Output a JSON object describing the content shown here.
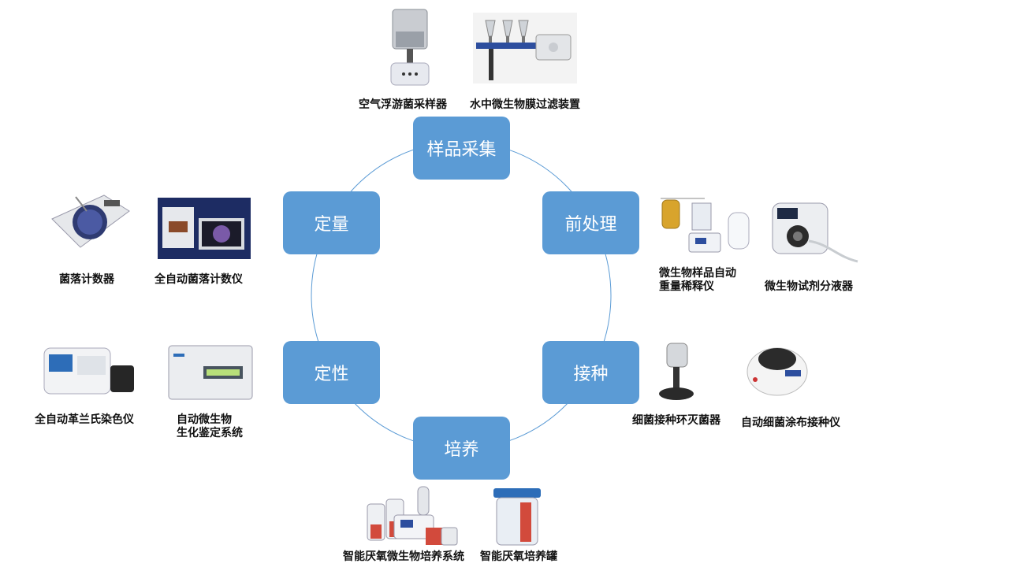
{
  "stages": {
    "sampling": "样品采集",
    "preprocess": "前处理",
    "inoculation": "接种",
    "culture": "培养",
    "qualitative": "定性",
    "quantitative": "定量"
  },
  "devices": {
    "air_sampler": "空气浮游菌采样器",
    "membrane_filter": "水中微生物膜过滤装置",
    "diluter_line1": "微生物样品自动",
    "diluter_line2": "重量稀释仪",
    "dispenser": "微生物试剂分液器",
    "sterilizer": "细菌接种环灭菌器",
    "spreader": "自动细菌涂布接种仪",
    "anaerobic_system": "智能厌氧微生物培养系统",
    "anaerobic_jar": "智能厌氧培养罐",
    "gram_stainer": "全自动革兰氏染色仪",
    "id_system_line1": "自动微生物",
    "id_system_line2": "生化鉴定系统",
    "colony_counter": "菌落计数器",
    "auto_colony_counter": "全自动菌落计数仪"
  },
  "colors": {
    "stage_fill": "#5b9bd5",
    "ring_line": "#5b9bd5",
    "stage_text": "#ffffff"
  }
}
